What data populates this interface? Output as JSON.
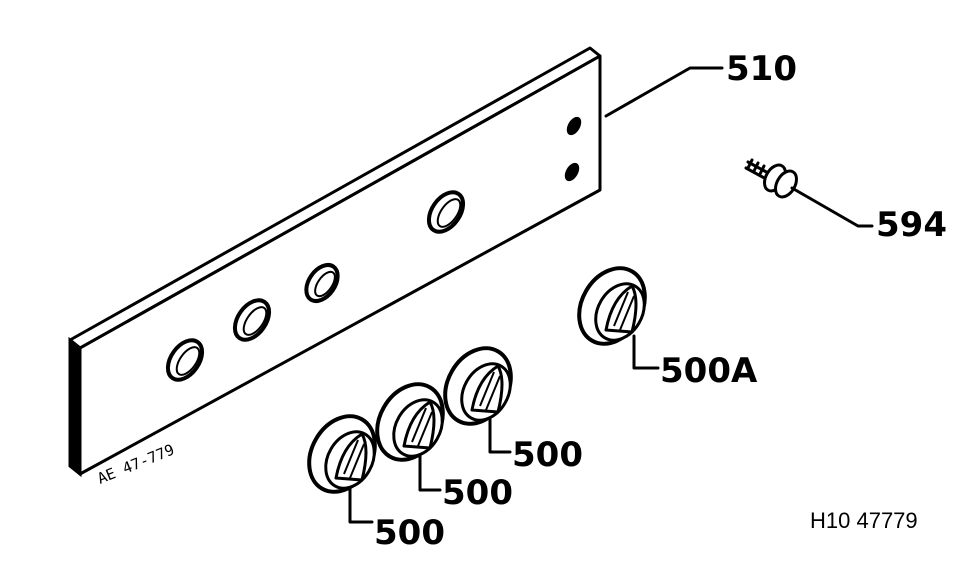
{
  "labels": {
    "panel": "510",
    "screw": "594",
    "knob_a": "500A",
    "knob_1": "500",
    "knob_2": "500",
    "knob_3": "500"
  },
  "panel_marking": "AE 47-779",
  "reference": "H10 47779"
}
